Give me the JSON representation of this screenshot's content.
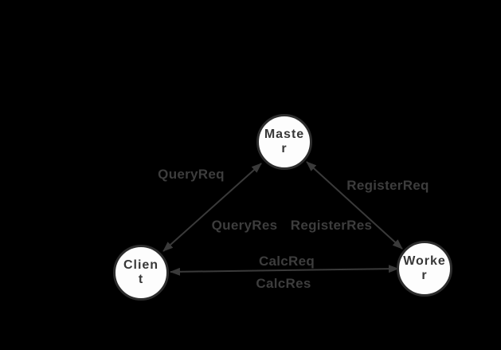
{
  "diagram": {
    "type": "node-edge-diagram",
    "background_color": "#000000",
    "node_fill_color": "#fdfdfd",
    "node_border_color": "#2d2d2d",
    "node_text_color": "#383838",
    "edge_line_color": "#3a3a3a",
    "edge_label_color": "#3d3d3d",
    "nodes": [
      {
        "id": "master",
        "label": "Master",
        "display": "Maste\nr"
      },
      {
        "id": "client",
        "label": "Client",
        "display": "Clien\nt"
      },
      {
        "id": "worker",
        "label": "Worker",
        "display": "Worke\nr"
      }
    ],
    "edges": [
      {
        "from": "Client",
        "to": "Master",
        "bidirectional": true,
        "labels": [
          "QueryReq",
          "QueryRes"
        ]
      },
      {
        "from": "Master",
        "to": "Worker",
        "bidirectional": true,
        "labels": [
          "RegisterReq",
          "RegisterRes"
        ]
      },
      {
        "from": "Client",
        "to": "Worker",
        "bidirectional": true,
        "labels": [
          "CalcReq",
          "CalcRes"
        ]
      }
    ]
  }
}
